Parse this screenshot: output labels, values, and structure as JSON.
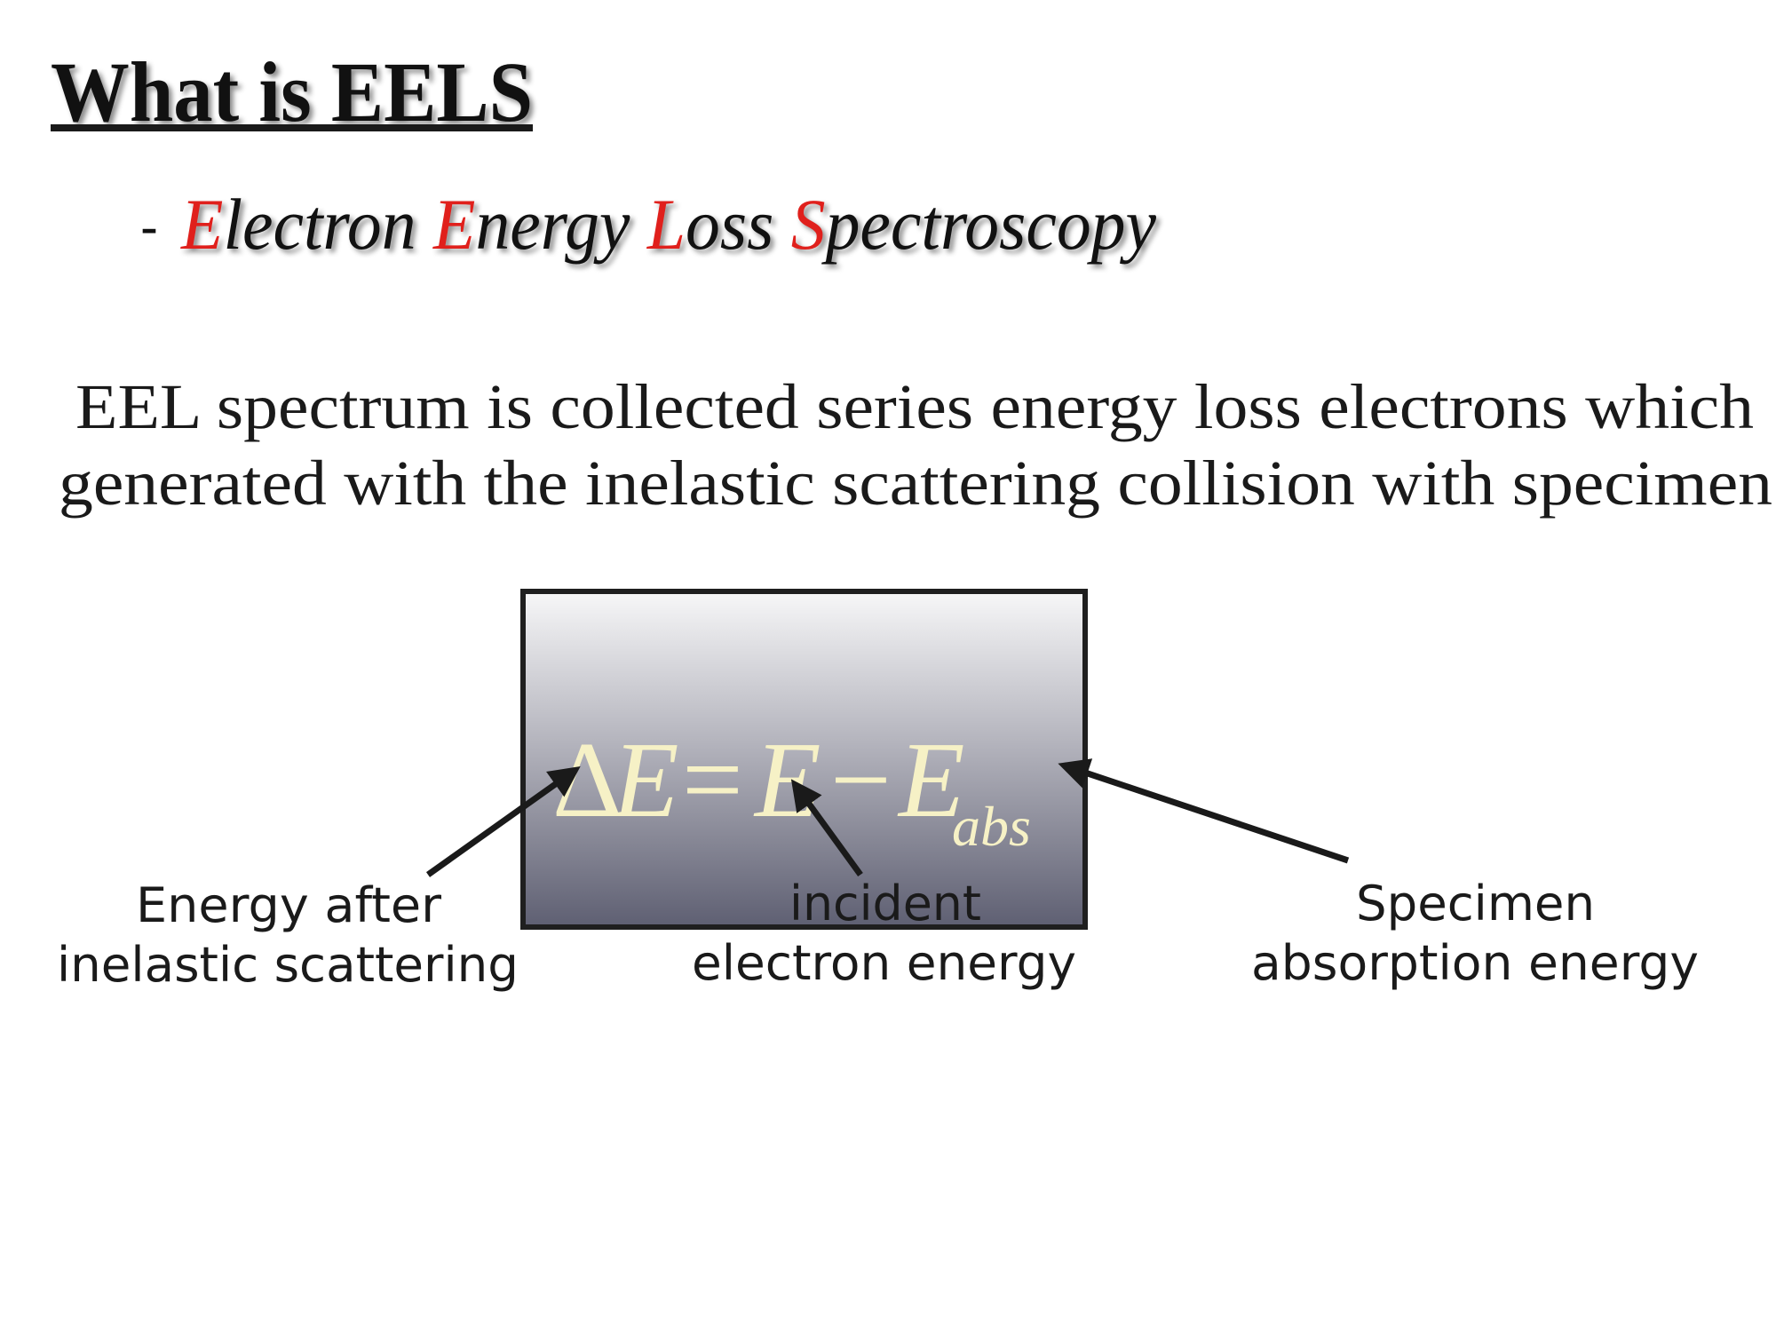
{
  "title": "What is EELS",
  "subtitle": {
    "dash": "-",
    "words": [
      {
        "initial": "E",
        "rest": "lectron "
      },
      {
        "initial": "E",
        "rest": "nergy "
      },
      {
        "initial": "L",
        "rest": "oss "
      },
      {
        "initial": "S",
        "rest": "pectroscopy"
      }
    ],
    "accent_color": "#e0201c"
  },
  "paragraph": {
    "line1": "EEL spectrum is collected series energy loss electrons which",
    "line2": "generated with the inelastic scattering collision with specimen"
  },
  "formula": {
    "delta": "Δ",
    "lhs": "E",
    "equals": "=",
    "term1": "E",
    "minus": "−",
    "term2": "E",
    "subscript": "abs"
  },
  "labels": {
    "left": {
      "line1": "Energy after",
      "line2": "inelastic scattering"
    },
    "center": {
      "line1": "incident",
      "line2": "electron energy"
    },
    "right": {
      "line1": "Specimen",
      "line2": "absorption energy"
    }
  }
}
